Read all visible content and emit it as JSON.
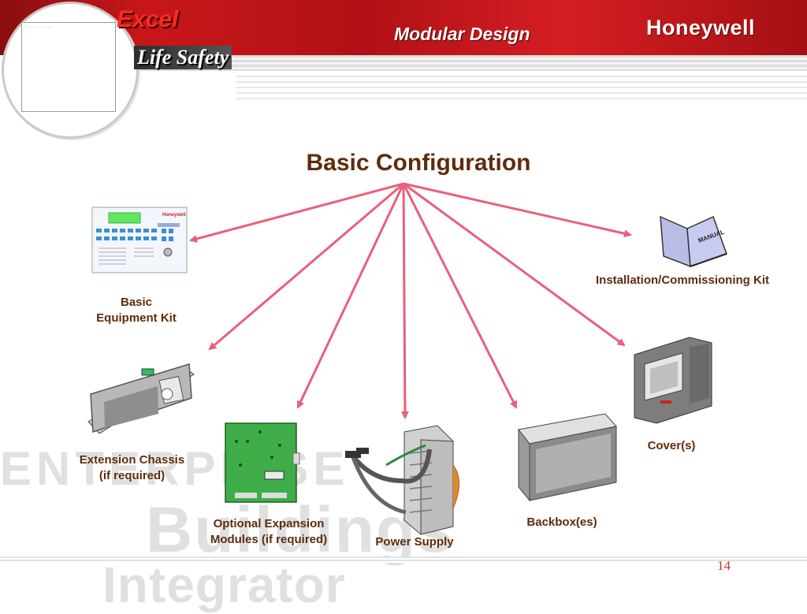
{
  "header": {
    "logo_line1": "Excel",
    "logo_line2": "Life Safety",
    "section": "Modular Design",
    "brand": "Honeywell"
  },
  "slide": {
    "title": "Basic Configuration",
    "page_number": "14"
  },
  "items": {
    "basic_kit": [
      "Basic",
      "Equipment Kit"
    ],
    "manual": "Installation/Commissioning Kit",
    "manual_book_text": "MANUAL",
    "panel_brand": "Honeywell",
    "extension": [
      "Extension Chassis",
      "(if required)"
    ],
    "expansion": [
      "Optional Expansion",
      "Modules (if required)"
    ],
    "power": "Power Supply",
    "backbox": "Backbox(es)",
    "cover": "Cover(s)"
  },
  "watermark": {
    "line1": "ENTERPRISE",
    "line2": "Buildings",
    "line3": "Integrator"
  },
  "colors": {
    "header_red": "#c8171a",
    "text_brown": "#5e2c0c",
    "arrow_pink": "#e8607a"
  }
}
